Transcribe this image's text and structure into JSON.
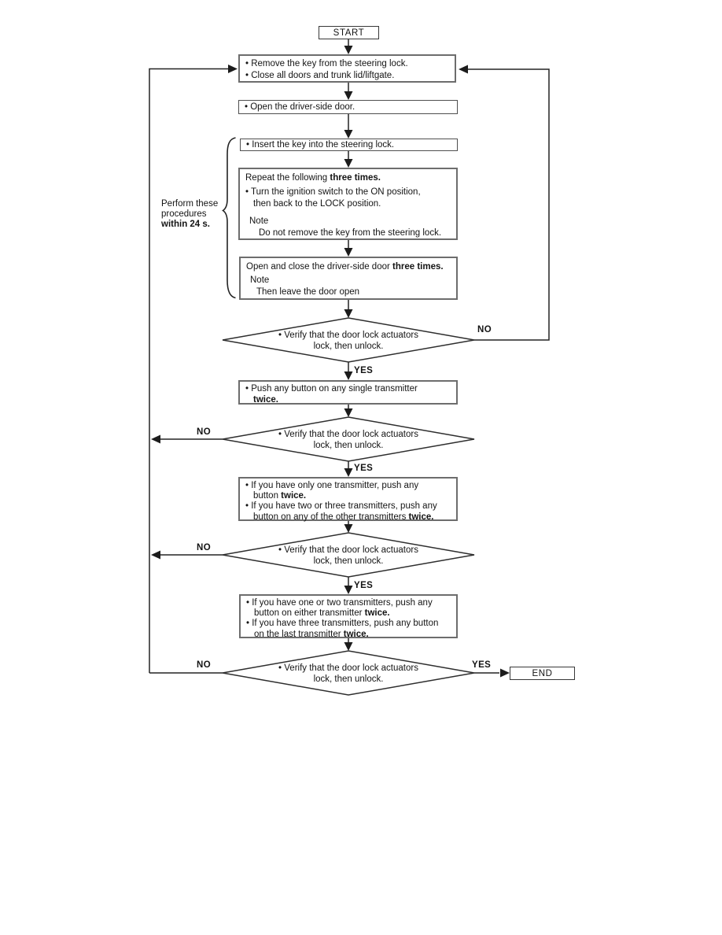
{
  "terminals": {
    "start": "START",
    "end": "END"
  },
  "side_note": {
    "line1": "Perform these",
    "line2": "procedures",
    "line3_bold": "within 24 s."
  },
  "labels": {
    "no1": "NO",
    "yes1": "YES",
    "no2": "NO",
    "yes2": "YES",
    "no3": "NO",
    "yes3": "YES",
    "no4": "NO",
    "yes4": "YES"
  },
  "boxes": {
    "step1": {
      "l1": "• Remove the key from  the steering lock.",
      "l2": "• Close all doors and trunk lid/liftgate."
    },
    "step2": {
      "l1": "• Open the driver-side door."
    },
    "step3": {
      "l1": "• Insert the key into the steering lock."
    },
    "step4": {
      "l1_pre": "Repeat the following ",
      "l1_bold": "three times.",
      "l2": "• Turn the ignition switch to the ON position,",
      "l3": "then back to the LOCK position.",
      "note_label": "Note",
      "note_text": "Do not remove the key from the steering lock."
    },
    "step5": {
      "l1_pre": "Open and close the driver-side door ",
      "l1_bold": "three times.",
      "note_label": "Note",
      "note_text": "Then leave the door open"
    },
    "step6": {
      "l1": "• Push any button on any single transmitter",
      "l2_bold": "twice."
    },
    "step7": {
      "l1": "• If you have only one transmitter, push any",
      "l2_pre": "button ",
      "l2_bold": "twice.",
      "l3": "• If you have two or three transmitters, push any",
      "l4_pre": "button on any of the other transmitters ",
      "l4_bold": "twice."
    },
    "step8": {
      "l1": "• If you have one or two transmitters, push any",
      "l2_pre": "button on either transmitter ",
      "l2_bold": "twice.",
      "l3": "• If you have three transmitters, push any button",
      "l4_pre": "on the last transmitter ",
      "l4_bold": "twice."
    }
  },
  "decisions": {
    "d1": {
      "l1": "• Verify that the door lock actuators",
      "l2": "lock, then unlock."
    },
    "d2": {
      "l1": "• Verify that the door lock actuators",
      "l2": "lock, then unlock."
    },
    "d3": {
      "l1": "• Verify that the door lock actuators",
      "l2": "lock, then unlock."
    },
    "d4": {
      "l1": "• Verify that the door lock actuators",
      "l2": "lock, then unlock."
    }
  },
  "colors": {
    "line": "#232323",
    "diamond_border": "#2e2e2e",
    "box_border": "#6d6d6d"
  }
}
